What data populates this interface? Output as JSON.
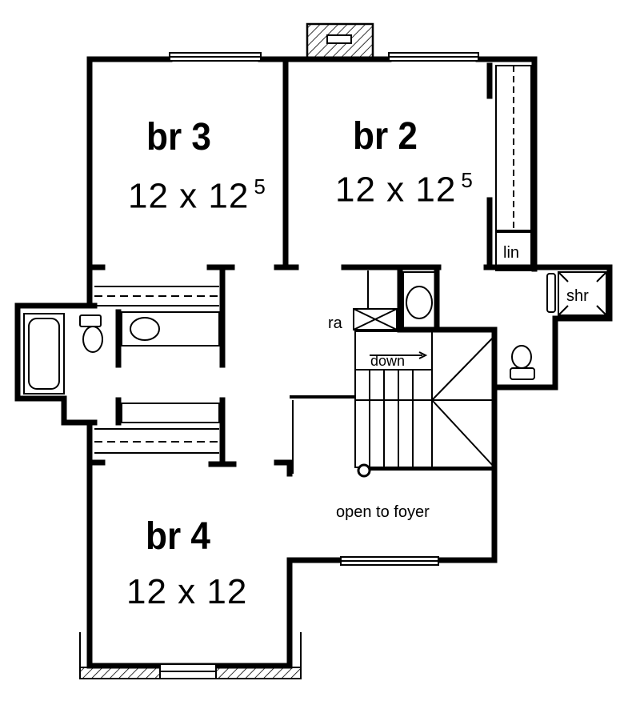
{
  "rooms": {
    "br3": {
      "name": "br 3",
      "dimension": "12 x 12",
      "fraction": "5"
    },
    "br2": {
      "name": "br 2",
      "dimension": "12 x 12",
      "fraction": "5"
    },
    "br4": {
      "name": "br 4",
      "dimension": "12 x 12"
    }
  },
  "labels": {
    "linen": "lin",
    "shower": "shr",
    "range": "ra",
    "stairs_down": "down",
    "open_area": "open to foyer"
  },
  "colors": {
    "ink": "#000000",
    "paper": "#ffffff"
  }
}
